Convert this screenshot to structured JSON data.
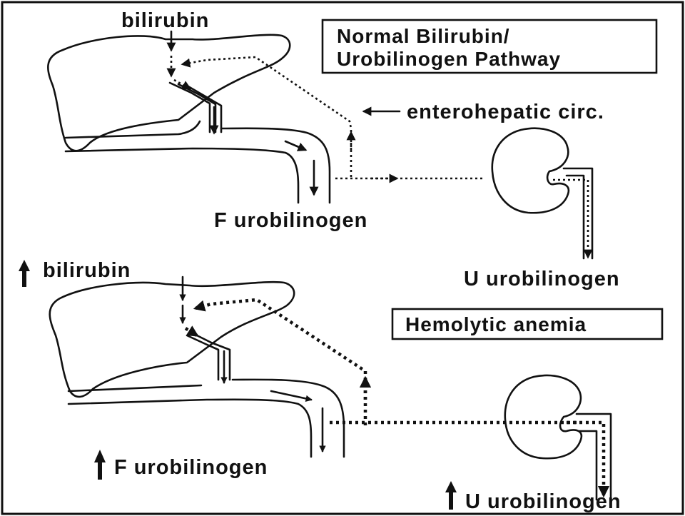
{
  "normal": {
    "title_line1": "Normal Bilirubin/",
    "title_line2": "Urobilinogen Pathway",
    "bilirubin": "bilirubin",
    "enterohepatic": "enterohepatic circ.",
    "f_urobilinogen": "F urobilinogen",
    "u_urobilinogen": "U urobilinogen"
  },
  "hemolytic": {
    "title": "Hemolytic anemia",
    "bilirubin": "bilirubin",
    "f_urobilinogen": "F urobilinogen",
    "u_urobilinogen": "U urobilinogen"
  },
  "colors": {
    "ink": "#111111",
    "background": "#ffffff"
  },
  "icons": [
    "liver-outline",
    "intestine-tube",
    "kidney-outline",
    "increase-arrow-icon"
  ]
}
